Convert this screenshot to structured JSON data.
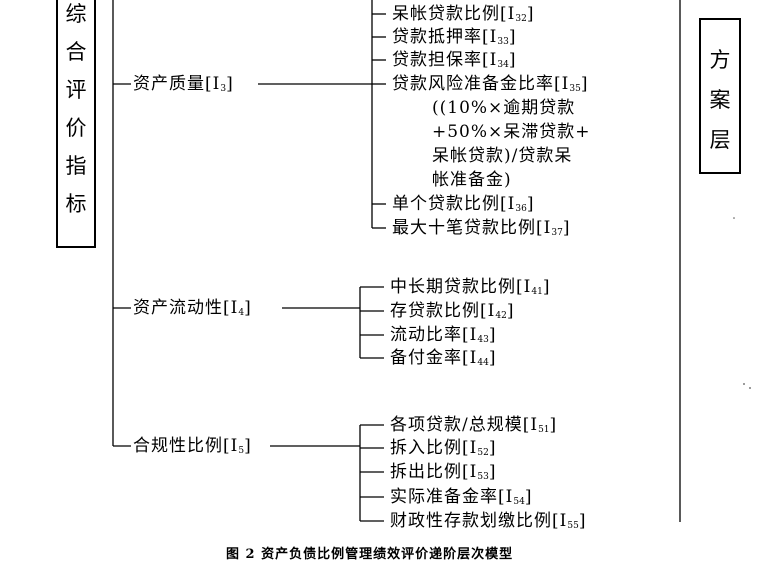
{
  "left_box": [
    "综",
    "合",
    "评",
    "价",
    "指",
    "标"
  ],
  "right_box": [
    "方",
    "案",
    "层"
  ],
  "groups": [
    {
      "label": "资产质量[I",
      "sub": "3",
      "close": "]",
      "items": [
        {
          "text": "呆帐贷款比例[I",
          "sub": "32",
          "close": "]"
        },
        {
          "text": "贷款抵押率[I",
          "sub": "33",
          "close": "]"
        },
        {
          "text": "贷款担保率[I",
          "sub": "34",
          "close": "]"
        },
        {
          "text": "贷款风险准备金比率[I",
          "sub": "35",
          "close": "]"
        },
        {
          "text": "单个贷款比例[I",
          "sub": "36",
          "close": "]"
        },
        {
          "text": "最大十笔贷款比例[I",
          "sub": "37",
          "close": "]"
        }
      ],
      "formula": [
        "((10%×逾期贷款",
        "+50%×呆滞贷款+",
        "呆帐贷款)/贷款呆",
        "帐准备金)"
      ]
    },
    {
      "label": "资产流动性[I",
      "sub": "4",
      "close": "]",
      "items": [
        {
          "text": "中长期贷款比例[I",
          "sub": "41",
          "close": "]"
        },
        {
          "text": "存贷款比例[I",
          "sub": "42",
          "close": "]"
        },
        {
          "text": "流动比率[I",
          "sub": "43",
          "close": "]"
        },
        {
          "text": "备付金率[I",
          "sub": "44",
          "close": "]"
        }
      ]
    },
    {
      "label": "合规性比例[I",
      "sub": "5",
      "close": "]",
      "items": [
        {
          "text": "各项贷款/总规模[I",
          "sub": "51",
          "close": "]"
        },
        {
          "text": "拆入比例[I",
          "sub": "52",
          "close": "]"
        },
        {
          "text": "拆出比例[I",
          "sub": "53",
          "close": "]"
        },
        {
          "text": "实际准备金率[I",
          "sub": "54",
          "close": "]"
        },
        {
          "text": "财政性存款划缴比例[I",
          "sub": "55",
          "close": "]"
        }
      ]
    }
  ],
  "caption": "图 2   资产负债比例管理绩效评价递阶层次模型"
}
